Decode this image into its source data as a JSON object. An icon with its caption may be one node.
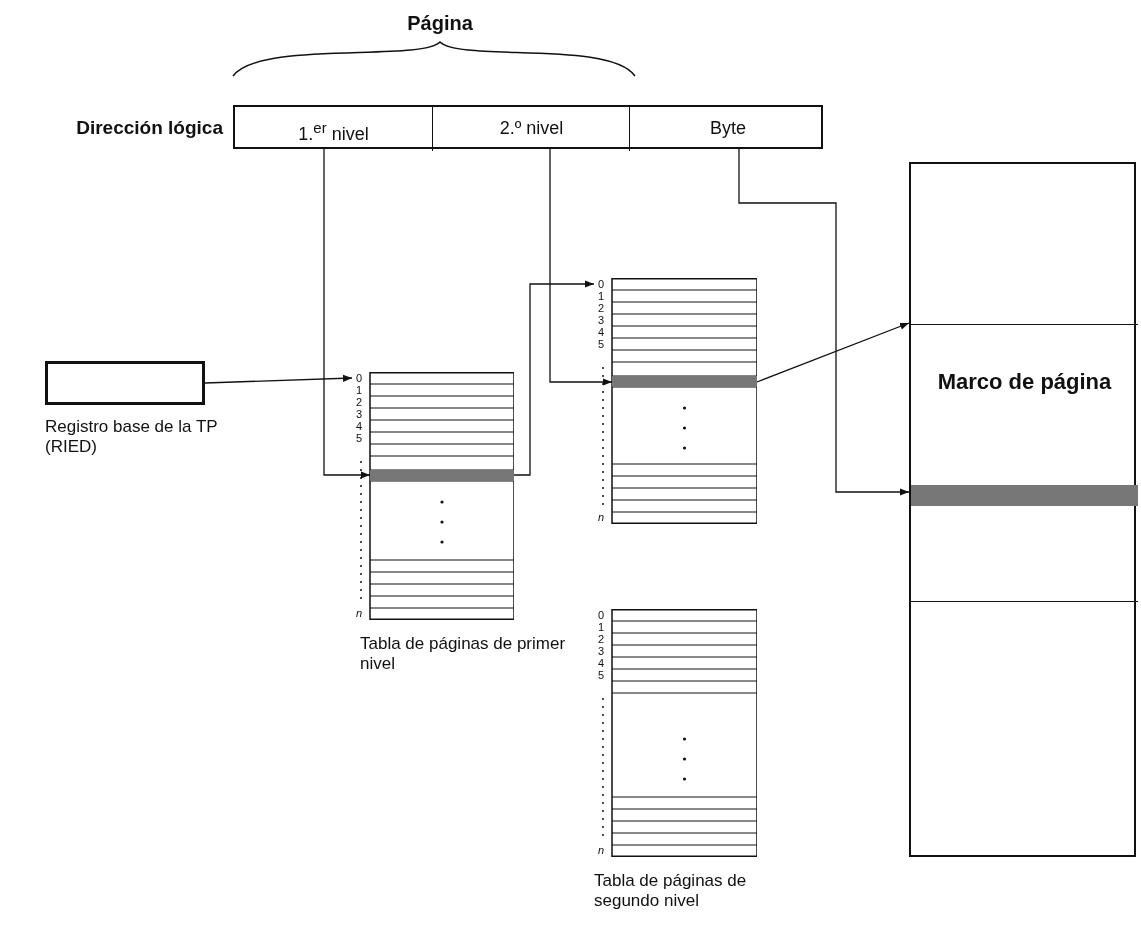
{
  "diagram": {
    "nodes": [
      {
        "text": [
          "Dirección lógica"
        ]
      },
      {
        "text": [
          "1.$^{er}$ nivel"
        ],
        "in": 0
      },
      {
        "text": [
          "2.º nivel"
        ],
        "in": 0
      },
      {
        "text": [
          "Byte"
        ],
        "in": 0
      },
      {
        "text": [
          "Registro base de la TP (RIED)"
        ]
      },
      {
        "text": [
          "Tabla de páginas de primer nivel"
        ],
        "beside": [
          "0",
          "1",
          "2",
          "3",
          "4",
          "5",
          "n"
        ]
      },
      {
        "text": [],
        "shape": "bar",
        "in": 5
      },
      {
        "text": [],
        "shape": "box",
        "beside": [
          "0",
          "1",
          "2",
          "3",
          "4",
          "5",
          "n"
        ]
      },
      {
        "text": [],
        "shape": "bar",
        "in": 7
      },
      {
        "text": [
          "Tabla de páginas de segundo nivel"
        ],
        "beside": [
          "0",
          "1",
          "2",
          "3",
          "4",
          "5",
          "n"
        ]
      },
      {
        "text": [],
        "shape": "box"
      },
      {
        "text": [
          "Marco de página"
        ],
        "in": 10
      },
      {
        "text": [],
        "shape": "bar",
        "in": 11
      }
    ],
    "edges": [
      {
        "from": 4,
        "to": 5,
        "arrow": "to"
      },
      {
        "from": 1,
        "to": 6,
        "arrow": "to"
      },
      {
        "from": 6,
        "to": 7,
        "arrow": "to"
      },
      {
        "from": 2,
        "to": 8,
        "arrow": "to"
      },
      {
        "from": 8,
        "to": 11,
        "arrow": "to"
      },
      {
        "from": 3,
        "to": 12,
        "arrow": "to"
      }
    ],
    "labels": [
      "Página"
    ]
  }
}
